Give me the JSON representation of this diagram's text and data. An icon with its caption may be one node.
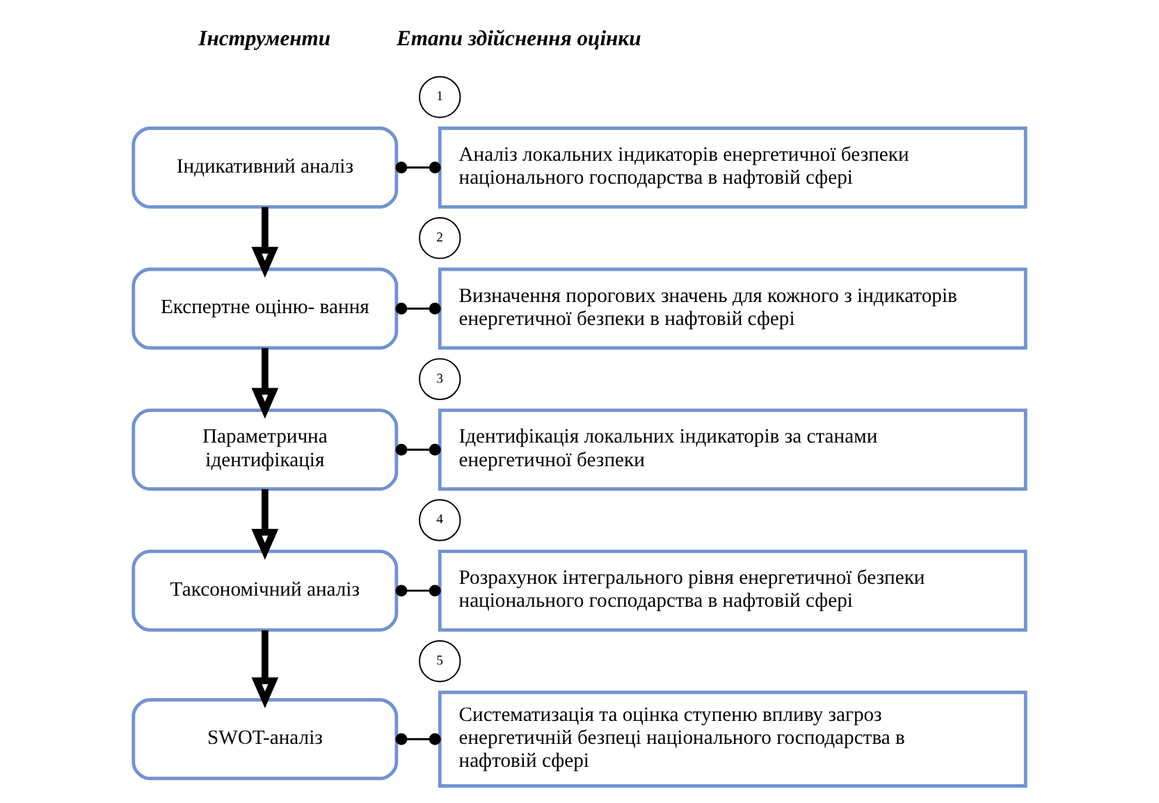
{
  "diagram": {
    "nodes": [
      {
        "text": [
          "Індикативний аналіз"
        ]
      },
      {
        "text": [
          "1"
        ]
      },
      {
        "text": [
          "Аналіз локальних індикаторів енергетичної безпеки національного господарства в нафтовій сфері"
        ]
      },
      {
        "text": [
          "Експертне оціню- вання"
        ]
      },
      {
        "text": [
          "2"
        ]
      },
      {
        "text": [
          "Визначення порогових значень для кожного з індикаторів енергетичної безпеки в нафтовій сфері"
        ]
      },
      {
        "text": [
          "Параметрична ідентифікація"
        ]
      },
      {
        "text": [
          "3"
        ]
      },
      {
        "text": [
          "Ідентифікація локальних індикаторів за станами енергетичної безпеки"
        ]
      },
      {
        "text": [
          "Таксономічний аналіз"
        ]
      },
      {
        "text": [
          "4"
        ]
      },
      {
        "text": [
          "Розрахунок інтегрального рівня енергетичної безпеки національного господарства в нафтовій сфері"
        ]
      },
      {
        "text": [
          "SWOT-аналіз"
        ]
      },
      {
        "text": [
          "5"
        ]
      },
      {
        "text": [
          "Систематизація та оцінка ступеню впливу загроз енергетичній безпеці національного господарства в нафтовій сфері"
        ]
      }
    ],
    "edges": [
      {
        "from": 0,
        "to": 2,
        "arrow": "other"
      },
      {
        "from": 0,
        "to": 3,
        "arrow": "to",
        "style": "thick"
      },
      {
        "from": 3,
        "to": 5,
        "arrow": "other"
      },
      {
        "from": 3,
        "to": 6,
        "arrow": "to",
        "style": "thick"
      },
      {
        "from": 6,
        "to": 8,
        "arrow": "other"
      },
      {
        "from": 6,
        "to": 9,
        "arrow": "to",
        "style": "thick"
      },
      {
        "from": 9,
        "to": 11,
        "arrow": "other"
      },
      {
        "from": 9,
        "to": 12,
        "arrow": "to",
        "style": "thick"
      },
      {
        "from": 12,
        "to": 14,
        "arrow": "other"
      }
    ],
    "labels": [
      "Інструменти",
      "Етапи здійснення оцінки"
    ]
  }
}
